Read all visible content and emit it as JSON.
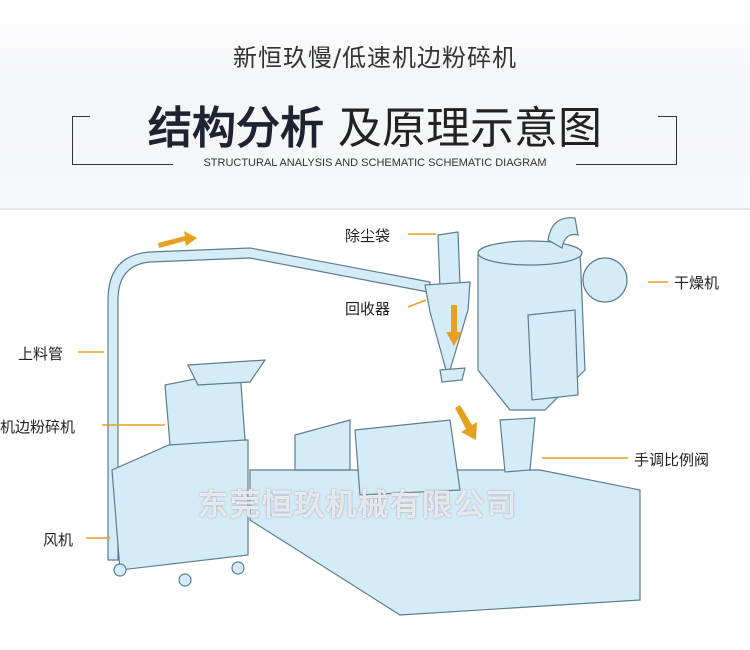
{
  "header": {
    "subtitle": "新恒玖慢/低速机边粉碎机",
    "title_bold": "结构分析",
    "title_light": " 及原理示意图",
    "english": "STRUCTURAL ANALYSIS AND SCHEMATIC SCHEMATIC DIAGRAM"
  },
  "labels": {
    "dust_bag": "除尘袋",
    "recycler": "回收器",
    "dryer": "干燥机",
    "feed_pipe": "上料管",
    "crusher": "机边粉碎机",
    "valve": "手调比例阀",
    "fan": "风机"
  },
  "watermark": "东莞恒玖机械有限公司",
  "colors": {
    "machine": "#cfe9f5",
    "outline": "#5a7a8a",
    "arrow": "#e6a020"
  }
}
